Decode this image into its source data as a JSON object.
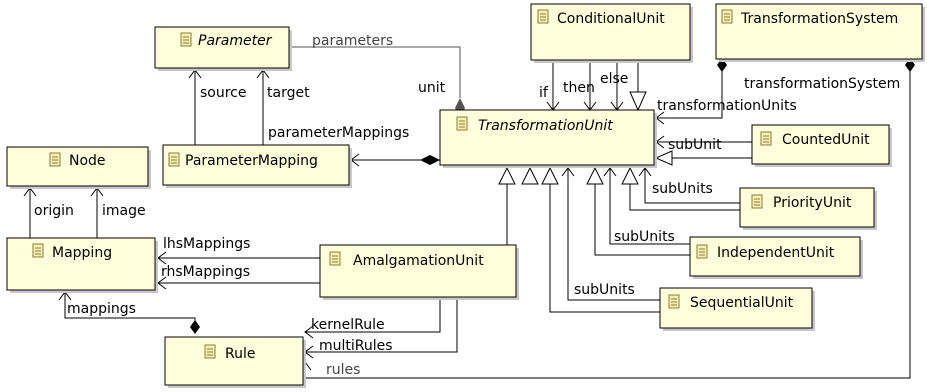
{
  "classes": {
    "parameter": "Parameter",
    "node": "Node",
    "parameter_mapping": "ParameterMapping",
    "transformation_unit": "TransformationUnit",
    "conditional_unit": "ConditionalUnit",
    "transformation_system": "TransformationSystem",
    "mapping": "Mapping",
    "amalgamation_unit": "AmalgamationUnit",
    "counted_unit": "CountedUnit",
    "priority_unit": "PriorityUnit",
    "independent_unit": "IndependentUnit",
    "sequential_unit": "SequentialUnit",
    "rule": "Rule"
  },
  "labels": {
    "parameters": "parameters",
    "unit": "unit",
    "source": "source",
    "target": "target",
    "parameter_mappings": "parameterMappings",
    "origin": "origin",
    "image": "image",
    "if": "if",
    "then": "then",
    "else": "else",
    "transformation_units": "transformationUnits",
    "transformation_system": "transformationSystem",
    "sub_unit": "subUnit",
    "sub_units_priority": "subUnits",
    "sub_units_independent": "subUnits",
    "sub_units_sequential": "subUnits",
    "lhs_mappings": "lhsMappings",
    "rhs_mappings": "rhsMappings",
    "mappings": "mappings",
    "kernel_rule": "kernelRule",
    "multi_rules": "multiRules",
    "rules": "rules"
  },
  "icon": "class-icon",
  "colors": {
    "class_fill": "#ffffdc",
    "line": "#000000",
    "label_gray": "#444444"
  }
}
